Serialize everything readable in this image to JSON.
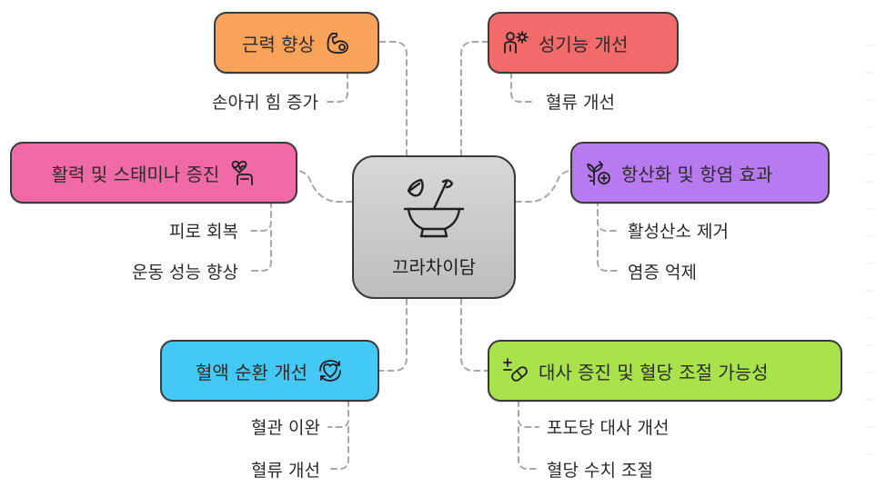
{
  "center": {
    "label": "끄라차이담",
    "icon": "mortar-pestle-leaf-icon"
  },
  "branches": [
    {
      "id": "muscle",
      "label": "근력 향상",
      "icon": "flexed-arm-icon",
      "color": "#f9a25a",
      "leaves": [
        "손아귀 힘 증가"
      ]
    },
    {
      "id": "sexual",
      "label": "성기능 개선",
      "icon": "person-gear-icon",
      "color": "#f26a6a",
      "leaves": [
        "혈류 개선"
      ]
    },
    {
      "id": "vitality",
      "label": "활력 및 스태미나 증진",
      "icon": "heart-hand-icon",
      "color": "#f06aa6",
      "leaves": [
        "피로 회복",
        "운동 성능 향상"
      ]
    },
    {
      "id": "antioxidant",
      "label": "항산화 및 항염 효과",
      "icon": "plant-plus-icon",
      "color": "#b87af0",
      "leaves": [
        "활성산소 제거",
        "염증 억제"
      ]
    },
    {
      "id": "circulation",
      "label": "혈액 순환 개선",
      "icon": "heart-cycle-icon",
      "color": "#44c8f5",
      "leaves": [
        "혈관 이완",
        "혈류 개선"
      ]
    },
    {
      "id": "metabolism",
      "label": "대사 증진 및 혈당 조절 가능성",
      "icon": "pill-plus-minus-icon",
      "color": "#a9e24a",
      "leaves": [
        "포도당 대사 개선",
        "혈당 수치 조절"
      ]
    }
  ]
}
